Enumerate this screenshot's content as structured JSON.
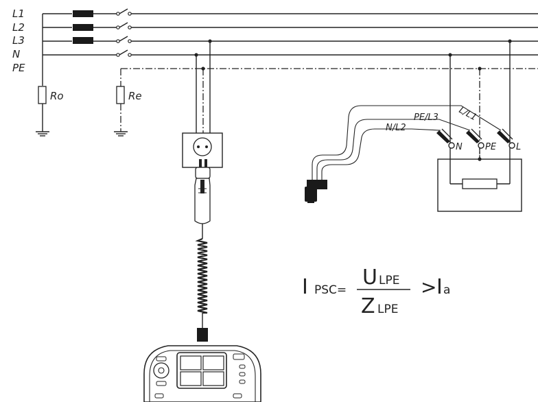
{
  "supply": {
    "lines": [
      "L1",
      "L2",
      "L3",
      "N",
      "PE"
    ],
    "resistor_ro": "Ro",
    "resistor_re": "Re"
  },
  "probe": {
    "lead_l": "L/L1",
    "lead_pe": "PE/L3",
    "lead_n": "N/L2",
    "terminal_n": "N",
    "terminal_pe": "PE",
    "terminal_l": "L"
  },
  "formula": {
    "lhs_main": "I",
    "lhs_sub": "PSC=",
    "num_main": "U",
    "num_sub": "LPE",
    "den_main": "Z",
    "den_sub": "LPE",
    "rhs_op": ">",
    "rhs_main": "I",
    "rhs_sub": "a"
  },
  "colors": {
    "ink": "#222222",
    "fuse": "#1a1a1a",
    "background": "#ffffff"
  }
}
